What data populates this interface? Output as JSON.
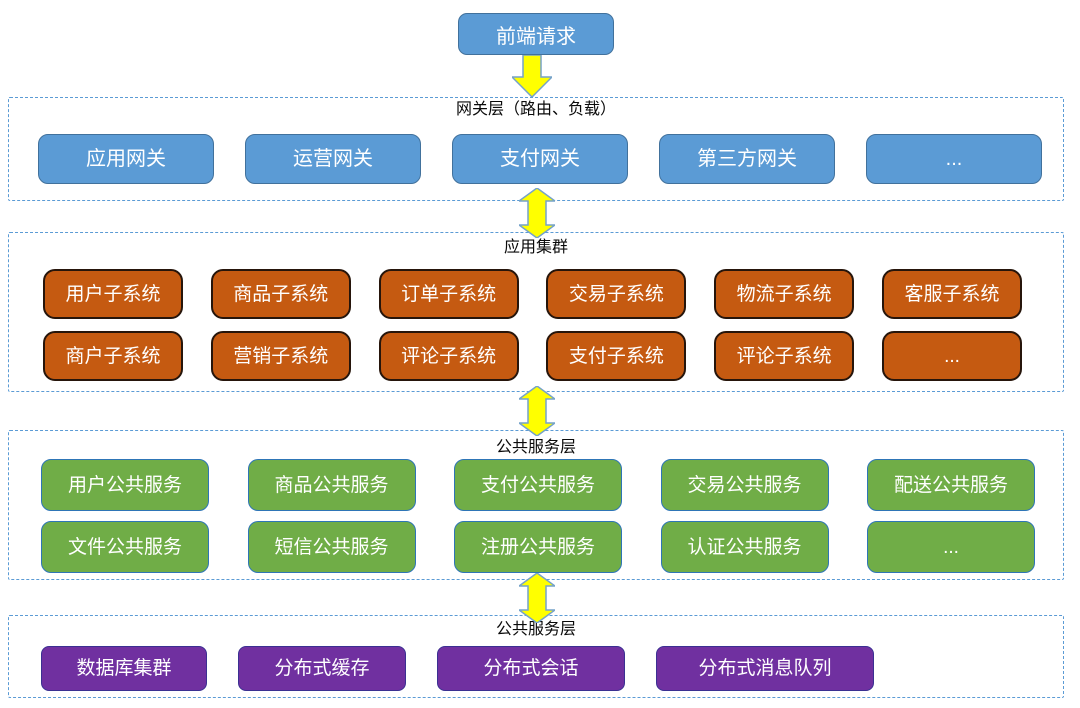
{
  "diagram": {
    "entry_node": "前端请求",
    "colors": {
      "node_blue": "#5B9BD5",
      "node_orange": "#C55A11",
      "node_green": "#70AD47",
      "node_purple": "#7030A0",
      "arrow_fill": "#FFFF00",
      "arrow_stroke": "#75A2C9",
      "container_dash": "#5B9BD5"
    },
    "layers": [
      {
        "label": "网关层（路由、负载）",
        "rows": [
          [
            "应用网关",
            "运营网关",
            "支付网关",
            "第三方网关",
            "..."
          ]
        ]
      },
      {
        "label": "应用集群",
        "rows": [
          [
            "用户子系统",
            "商品子系统",
            "订单子系统",
            "交易子系统",
            "物流子系统",
            "客服子系统"
          ],
          [
            "商户子系统",
            "营销子系统",
            "评论子系统",
            "支付子系统",
            "评论子系统",
            "..."
          ]
        ]
      },
      {
        "label": "公共服务层",
        "rows": [
          [
            "用户公共服务",
            "商品公共服务",
            "支付公共服务",
            "交易公共服务",
            "配送公共服务"
          ],
          [
            "文件公共服务",
            "短信公共服务",
            "注册公共服务",
            "认证公共服务",
            "..."
          ]
        ]
      },
      {
        "label": "公共服务层",
        "rows": [
          [
            "数据库集群",
            "分布式缓存",
            "分布式会话",
            "分布式消息队列"
          ]
        ]
      }
    ]
  }
}
